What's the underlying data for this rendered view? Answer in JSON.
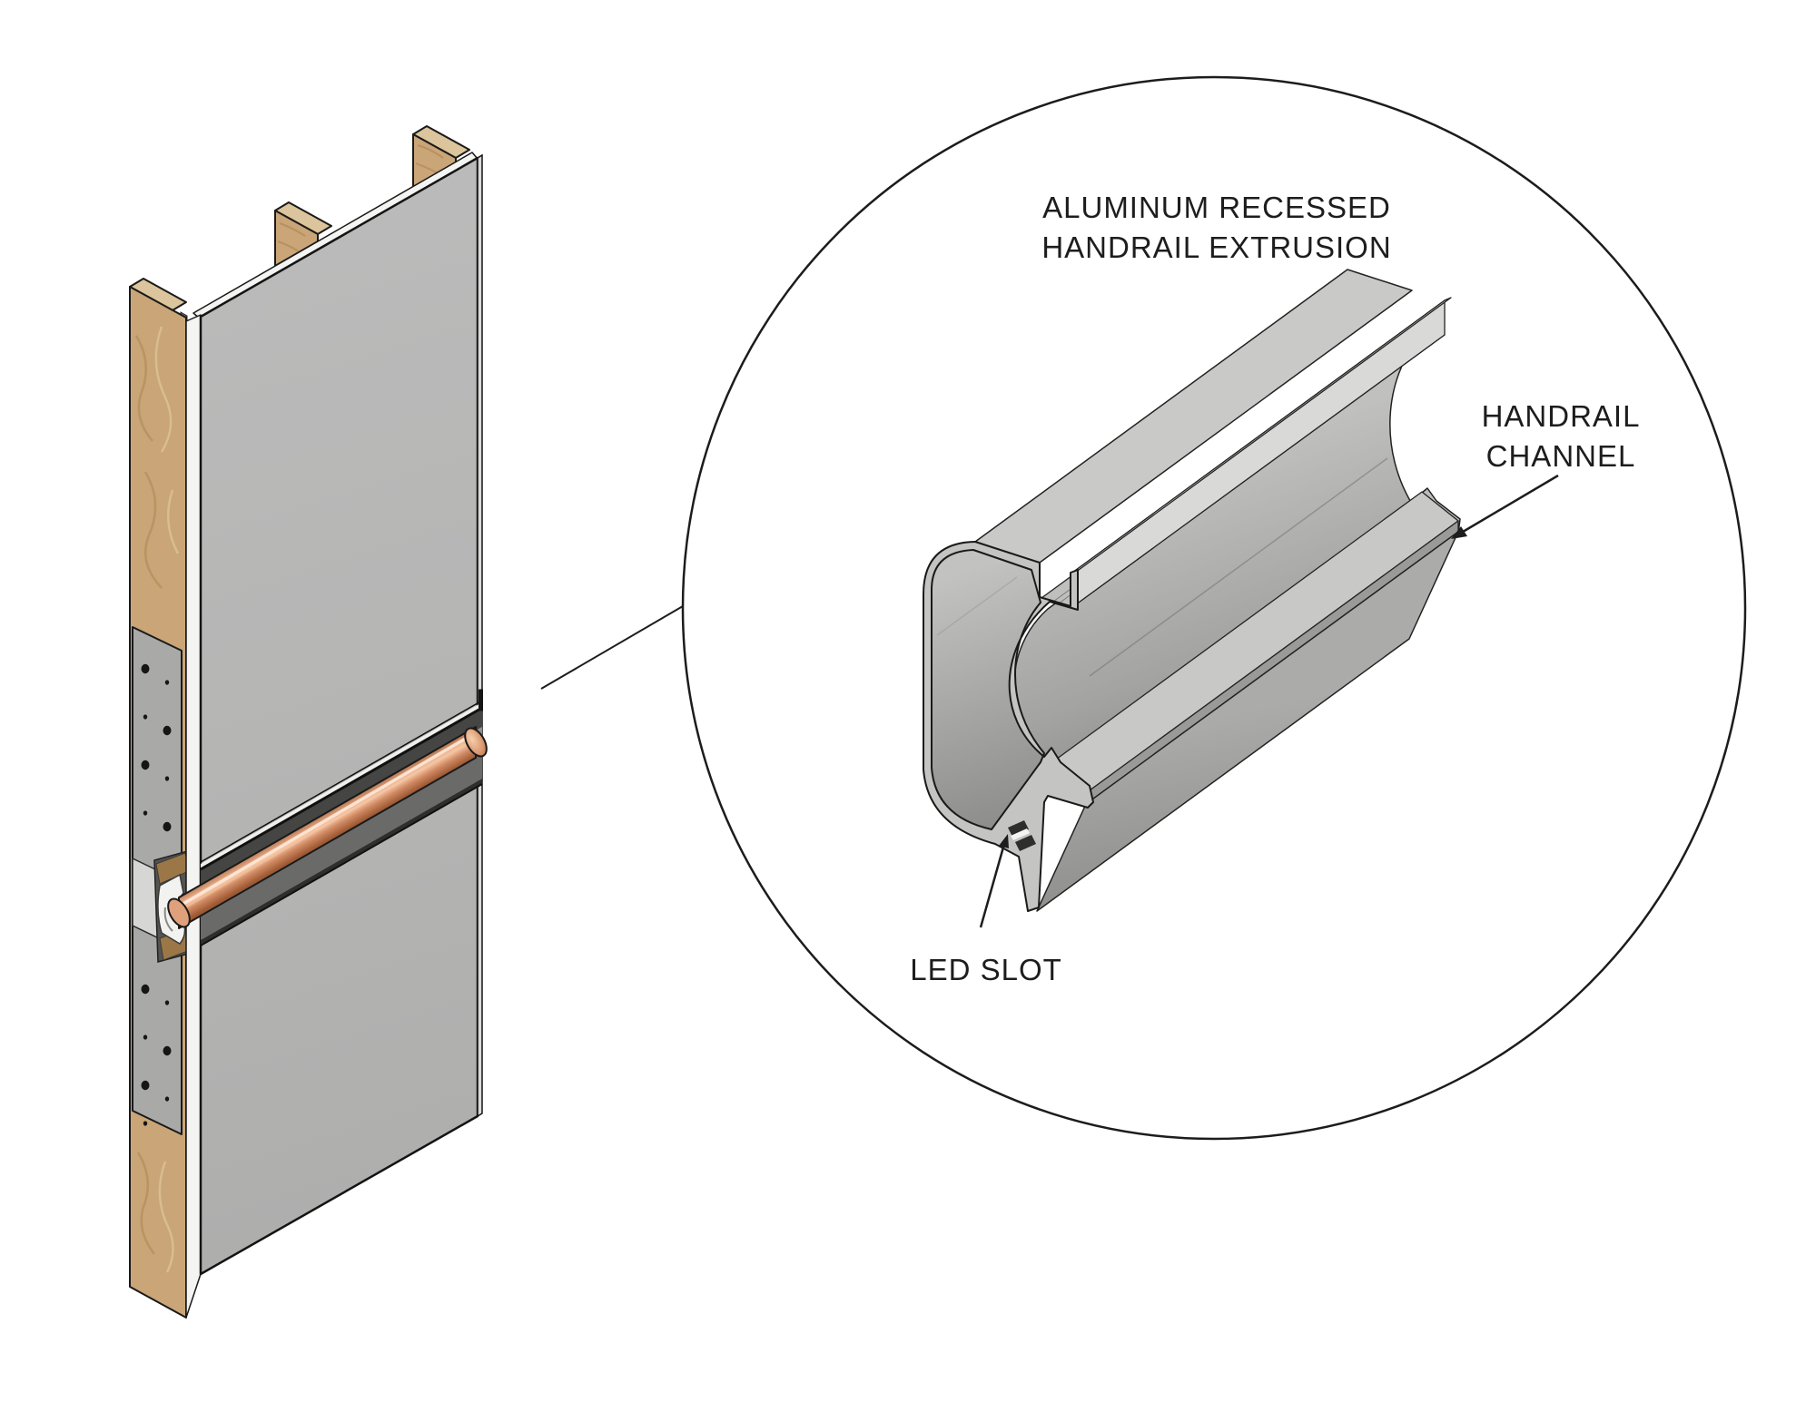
{
  "detail": {
    "title_line1": "ALUMINUM RECESSED",
    "title_line2": "HANDRAIL EXTRUSION",
    "labels": {
      "channel_line1": "HANDRAIL",
      "channel_line2": "CHANNEL",
      "led_slot": "LED SLOT"
    }
  },
  "colors": {
    "outline": "#1a1a1a",
    "drywall": "#b6b6b5",
    "drywall_edge": "#f4f4f2",
    "wood": "#c9a577",
    "wood_top": "#dcc49c",
    "plate": "#a9a9a7",
    "aluminum_light": "#c9c9c7",
    "aluminum_mid": "#aeaeac",
    "aluminum_dark": "#8a8a88",
    "copper": "#d08a63",
    "copper_highlight": "#f4c3a0",
    "recess_shadow": "#454543"
  }
}
